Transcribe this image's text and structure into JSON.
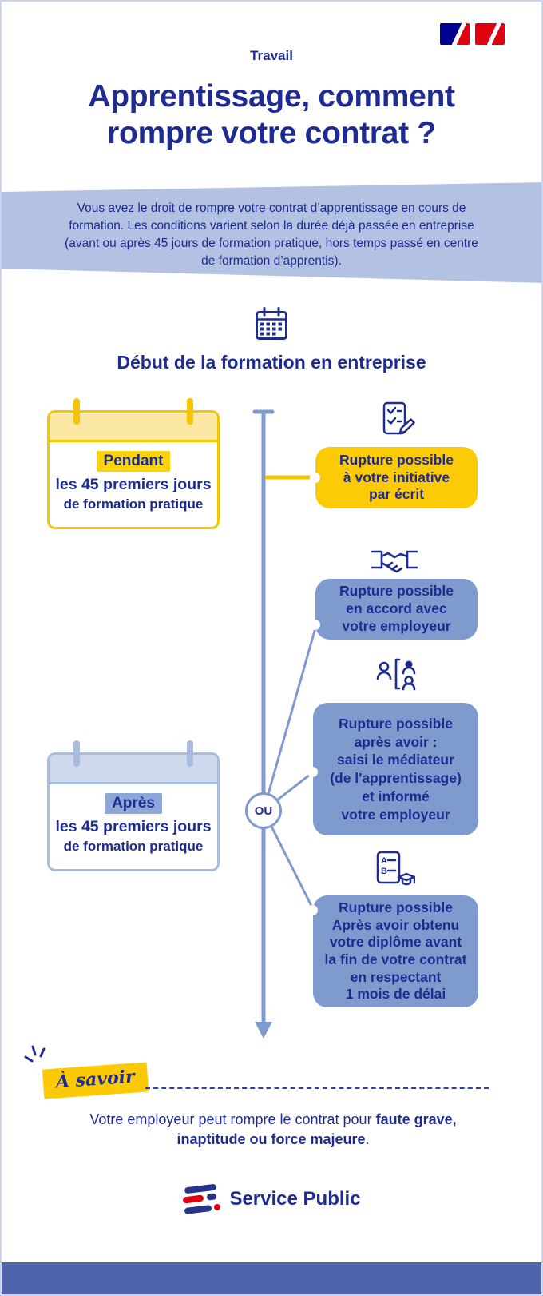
{
  "colors": {
    "navy": "#1e2b91",
    "yellow": "#fccb05",
    "yellow_highlight": "#fcd20a",
    "yellow_light": "#fbe8a4",
    "yellow_border": "#f4c500",
    "periwinkle": "#7f9bce",
    "periwinkle_light": "#cfd9ee",
    "periwinkle_border": "#a9bcdf",
    "periwinkle_tag": "#8da7d8",
    "intro_band": "#b3c1e2",
    "flag_red": "#e1000f",
    "flag_blue": "#000091",
    "footer_bar": "#5064ad"
  },
  "header": {
    "category": "Travail",
    "title_line1": "Apprentissage, comment",
    "title_line2": "rompre votre contrat ?"
  },
  "intro": {
    "text": "Vous avez le droit de rompre votre contrat d’apprentissage en cours de formation. Les conditions varient selon la durée déjà passée en entreprise (avant ou après 45 jours de formation pratique, hors temps passé en centre de formation d’apprentis)."
  },
  "timeline": {
    "start_heading": "Début de la formation en entreprise",
    "or_label": "OU"
  },
  "period_cards": {
    "pendant": {
      "tag": "Pendant",
      "line1": "les 45 premiers jours",
      "line2": "de formation pratique"
    },
    "apres": {
      "tag": "Après",
      "line1": "les 45 premiers jours",
      "line2": "de formation pratique"
    }
  },
  "outcomes": {
    "initiative": {
      "lines": [
        "Rupture possible",
        "à votre initiative",
        "par écrit"
      ]
    },
    "accord": {
      "lines": [
        "Rupture possible",
        "en accord avec",
        "votre employeur"
      ]
    },
    "mediateur": {
      "lines": [
        "Rupture possible",
        "après avoir :",
        "saisi le médiateur",
        "(de l'apprentissage)",
        "et informé",
        "votre employeur"
      ]
    },
    "diplome": {
      "lines": [
        "Rupture possible",
        "Après avoir obtenu",
        "votre diplôme avant",
        "la fin de votre contrat",
        "en respectant",
        "1 mois de délai"
      ]
    }
  },
  "asavoir": {
    "label": "À savoir",
    "text_normal": "Votre employeur peut rompre le contrat pour ",
    "text_bold": "faute grave, inaptitude ou force majeure",
    "text_suffix": "."
  },
  "footer": {
    "brand": "Service Public"
  },
  "icons": {
    "flag": "french-tricolor-flags",
    "calendar": "calendar-grid",
    "initiative": "checklist-with-pencil",
    "accord": "handshake",
    "mediateur": "mediator-people-bracket",
    "diplome": "diploma-sheet-graduation-cap",
    "sparkle": "emphasis-rays",
    "brand_logo": "service-public-tricolor-stripes",
    "diploma_letter_a": "A",
    "diploma_letter_b": "B"
  }
}
